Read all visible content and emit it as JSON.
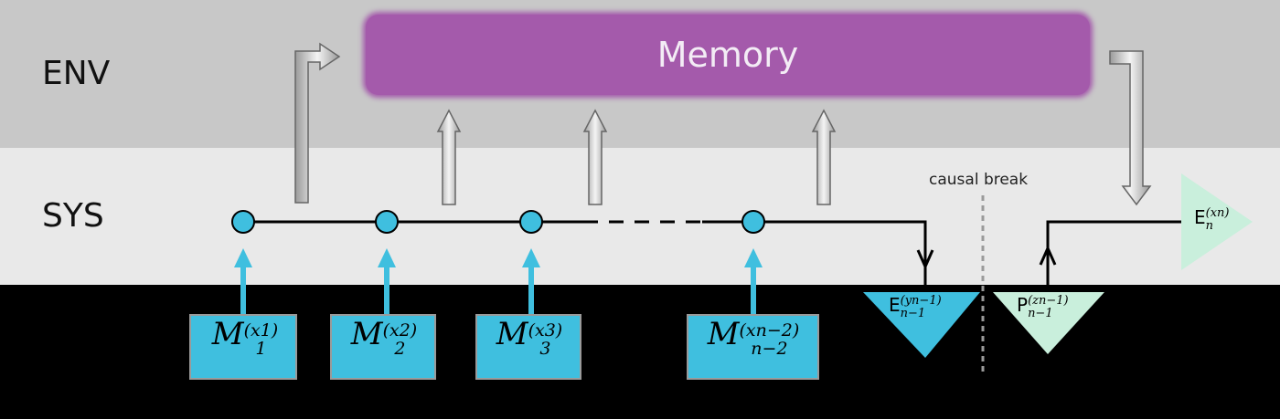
{
  "rows": {
    "env_label": "ENV",
    "sys_label": "SYS"
  },
  "memory": {
    "label": "Memory",
    "color": "#a45aab"
  },
  "causal_break": {
    "label": "causal break"
  },
  "operations": [
    {
      "name": "op-1",
      "base": "M",
      "sup": "(x1)",
      "sub": "1"
    },
    {
      "name": "op-2",
      "base": "M",
      "sup": "(x2)",
      "sub": "2"
    },
    {
      "name": "op-3",
      "base": "M",
      "sup": "(x3)",
      "sub": "3"
    },
    {
      "name": "op-n-2",
      "base": "M",
      "sup": "(xn−2)",
      "sub": "n−2"
    }
  ],
  "effect_out": {
    "base": "E",
    "sup": "(yn−1)",
    "sub": "n−1",
    "color": "#3fbfdf"
  },
  "preparation": {
    "base": "P",
    "sup": "(zn−1)",
    "sub": "n−1",
    "color": "#c9efdc"
  },
  "final_effect": {
    "base": "E",
    "sup": "(xn)",
    "sub": "n",
    "color": "#c9efdc"
  },
  "colors": {
    "env_band": "#c8c8c8",
    "sys_band": "#e9e9e9",
    "node": "#3fbfdf",
    "background": "#000000"
  }
}
